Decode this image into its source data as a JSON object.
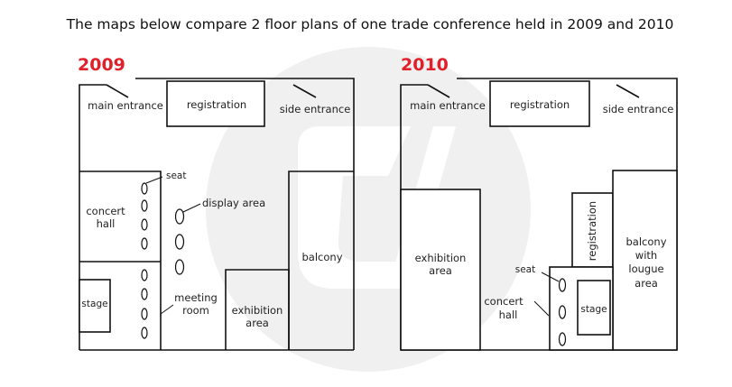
{
  "title": "The maps below compare 2  floor plans of one trade conference held in 2009 and 2010",
  "plan_2009": {
    "year": "2009",
    "main_entrance": "main entrance",
    "registration": "registration",
    "side_entrance": "side entrance",
    "seat": "seat",
    "concert_hall_1": "concert",
    "concert_hall_2": "hall",
    "display_area": "display area",
    "stage": "stage",
    "meeting_room_1": "meeting",
    "meeting_room_2": "room",
    "exhibition_area_1": "exhibition",
    "exhibition_area_2": "area",
    "balcony": "balcony"
  },
  "plan_2010": {
    "year": "2010",
    "main_entrance": "main entrance",
    "registration": "registration",
    "side_entrance": "side entrance",
    "exhibition_area_1": "exhibition",
    "exhibition_area_2": "area",
    "registration_vertical": "registration",
    "seat": "seat",
    "concert_hall_1": "concert",
    "concert_hall_2": "hall",
    "stage": "stage",
    "balcony_1": "balcony",
    "balcony_2": "with",
    "balcony_3": "lougue",
    "balcony_4": "area"
  },
  "colors": {
    "year": "#e0202a",
    "watermark": "#f0f0f0",
    "line": "#111111"
  }
}
